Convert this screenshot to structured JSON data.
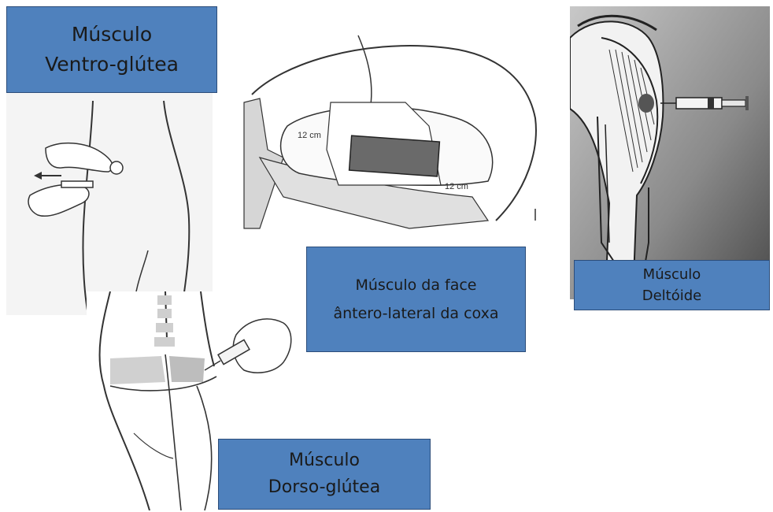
{
  "labels": {
    "ventro": {
      "line1": "Músculo",
      "line2": "Ventro-glútea"
    },
    "anterolateral": {
      "line1": "Músculo da face",
      "line2": "ântero-lateral da coxa"
    },
    "deltoid": {
      "line1": "Músculo",
      "line2": "Deltóide"
    },
    "dorso": {
      "line1": "Músculo",
      "line2": "Dorso-glútea"
    }
  },
  "thigh_marks": {
    "left": "12 cm",
    "right": "12 cm"
  },
  "colors": {
    "label_fill": "#4f81bd",
    "label_border": "#2c4d7a",
    "line": "#333333"
  },
  "icons": [
    "ventrogluteal-injection-illustration",
    "thigh-injection-illustration",
    "deltoid-xray-illustration",
    "dorsogluteal-injection-illustration",
    "syringe-icon"
  ]
}
